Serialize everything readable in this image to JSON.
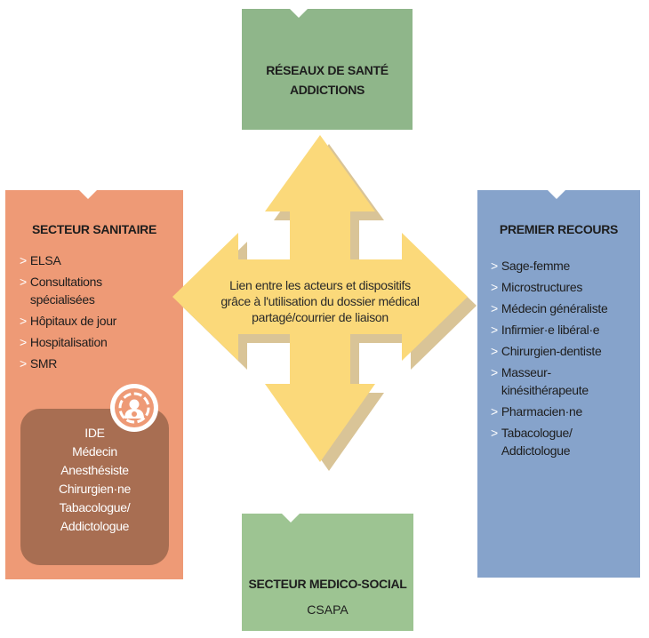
{
  "top_box": {
    "title_line1": "RÉSEAUX DE SANTÉ",
    "title_line2": "ADDICTIONS",
    "color": "#8fb68a"
  },
  "left_box": {
    "title": "SECTEUR SANITAIRE",
    "color": "#ee9a76",
    "items": [
      "ELSA",
      "Consultations spécialisées",
      "Hôpitaux de jour",
      "Hospitalisation",
      "SMR"
    ],
    "inner_color": "#a86e52",
    "inner_lines": [
      "IDE",
      "Médecin",
      "Anesthésiste",
      "Chirurgien·ne",
      "Tabacologue/",
      "Addictologue"
    ]
  },
  "right_box": {
    "title": "PREMIER RECOURS",
    "color": "#86a3cb",
    "items": [
      "Sage-femme",
      "Microstructures",
      "Médecin généraliste",
      "Infirmier·e libéral·e",
      "Chirurgien-dentiste",
      "Masseur-kinésithérapeute",
      "Pharmacien·ne",
      "Tabacologue/ Addictologue"
    ]
  },
  "bottom_box": {
    "title": "SECTEUR MEDICO-SOCIAL",
    "subtitle": "CSAPA",
    "color": "#9dc492"
  },
  "center": {
    "line1": "Lien entre les acteurs et dispositifs",
    "line2": "grâce à l'utilisation du dossier médical",
    "line3": "partagé/courrier de liaison",
    "arrow_color": "#fbd97a",
    "shadow_color": "#d9c497"
  },
  "bullet_marker": ">",
  "icon": "medical-staff-badge-icon"
}
